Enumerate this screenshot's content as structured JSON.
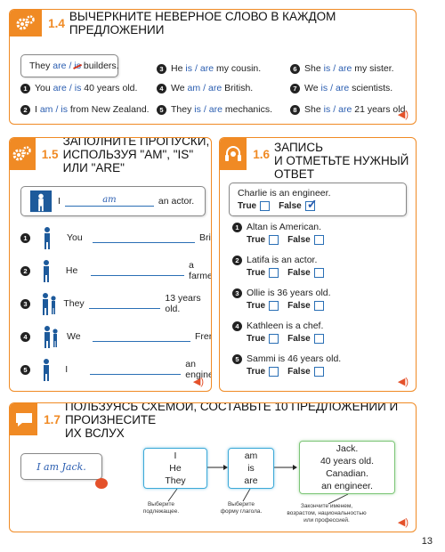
{
  "ex14": {
    "number": "1.4",
    "title": "Вычеркните неверное слово в каждом предложении",
    "example": {
      "pre": "They",
      "opt1": "are",
      "opt2": "is",
      "post": "builders."
    },
    "items": [
      {
        "n": "1",
        "pre": "You",
        "opt1": "are",
        "opt2": "is",
        "post": "40 years old."
      },
      {
        "n": "2",
        "pre": "I",
        "opt1": "am",
        "opt2": "is",
        "post": "from New Zealand."
      },
      {
        "n": "3",
        "pre": "He",
        "opt1": "is",
        "opt2": "are",
        "post": "my cousin."
      },
      {
        "n": "4",
        "pre": "We",
        "opt1": "am",
        "opt2": "are",
        "post": "British."
      },
      {
        "n": "5",
        "pre": "They",
        "opt1": "is",
        "opt2": "are",
        "post": "mechanics."
      },
      {
        "n": "6",
        "pre": "She",
        "opt1": "is",
        "opt2": "are",
        "post": "my sister."
      },
      {
        "n": "7",
        "pre": "We",
        "opt1": "is",
        "opt2": "are",
        "post": "scientists."
      },
      {
        "n": "8",
        "pre": "She",
        "opt1": "is",
        "opt2": "are",
        "post": "21 years old."
      }
    ]
  },
  "ex15": {
    "number": "1.5",
    "title_line1": "Заполните пропуски,",
    "title_line2": "используя \"am\", \"is\" или \"are\"",
    "example": {
      "pre": "I",
      "answer": "am",
      "post": "an actor."
    },
    "items": [
      {
        "n": "1",
        "pre": "You",
        "post": "British."
      },
      {
        "n": "2",
        "pre": "He",
        "post": "a farmer."
      },
      {
        "n": "3",
        "pre": "They",
        "post": "13 years old."
      },
      {
        "n": "4",
        "pre": "We",
        "post": "French."
      },
      {
        "n": "5",
        "pre": "I",
        "post": "an engineer."
      }
    ]
  },
  "ex16": {
    "number": "1.6",
    "title_line1": "Прослушайте запись",
    "title_line2": "и отметьте нужный ответ",
    "true_label": "True",
    "false_label": "False",
    "example": "Charlie is an engineer.",
    "items": [
      {
        "n": "1",
        "text": "Altan is American."
      },
      {
        "n": "2",
        "text": "Latifa is an actor."
      },
      {
        "n": "3",
        "text": "Ollie is 36 years old."
      },
      {
        "n": "4",
        "text": "Kathleen is a chef."
      },
      {
        "n": "5",
        "text": "Sammi is 46 years old."
      }
    ]
  },
  "ex17": {
    "number": "1.7",
    "title_line1": "Пользуясь схемой, составьте 10 предложений и произнесите",
    "title_line2": "их вслух",
    "example": "I am Jack.",
    "col1": [
      "I",
      "He",
      "They"
    ],
    "col2": [
      "am",
      "is",
      "are"
    ],
    "col3": [
      "Jack.",
      "40 years old.",
      "Canadian.",
      "an engineer."
    ],
    "caption1": [
      "Выберите",
      "подлежащее."
    ],
    "caption2": [
      "Выберите",
      "форму глагола."
    ],
    "caption3": [
      "Закончите именем,",
      "возрастом, национальностью",
      "или профессией."
    ]
  },
  "page_number": "13",
  "colors": {
    "accent": "#f08a24",
    "answer_blue": "#2a5db0",
    "speaker": "#e4512a",
    "chart_green": "#7cc576",
    "chart_blue": "#3ca9d8"
  }
}
